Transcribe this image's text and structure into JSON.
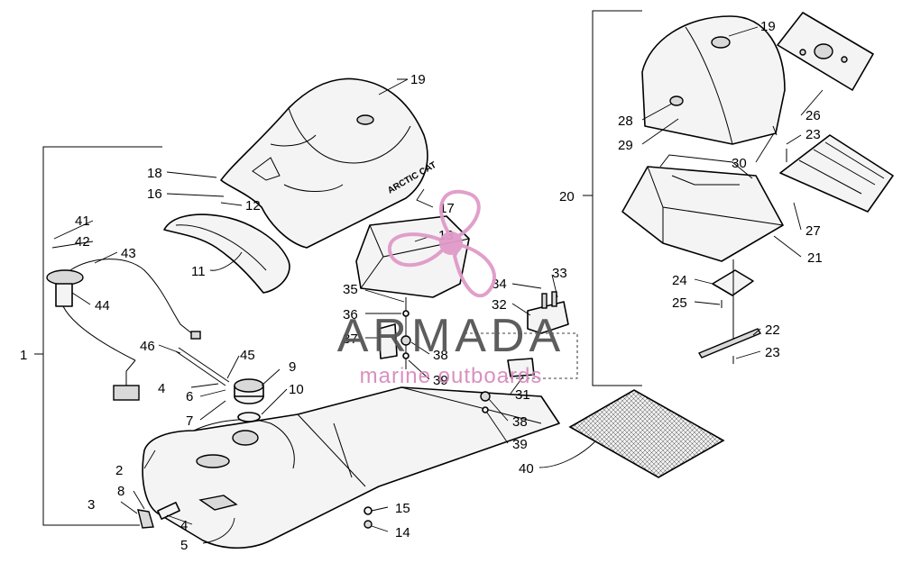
{
  "watermark": {
    "brand": "ARMADA",
    "tagline": "marine outboards",
    "brand_color": "#595959",
    "accent_color": "#e09ac8"
  },
  "labels": {
    "l1": "1",
    "l2": "2",
    "l3": "3",
    "l4a": "4",
    "l4b": "4",
    "l5": "5",
    "l6": "6",
    "l7": "7",
    "l8": "8",
    "l9": "9",
    "l10": "10",
    "l11": "11",
    "l12": "12",
    "l13": "13",
    "l14": "14",
    "l15": "15",
    "l16": "16",
    "l17": "17",
    "l18": "18",
    "l19a": "19",
    "l19b": "19",
    "l20": "20",
    "l21": "21",
    "l22": "22",
    "l23a": "23",
    "l23b": "23",
    "l24": "24",
    "l25": "25",
    "l26": "26",
    "l27": "27",
    "l28": "28",
    "l29": "29",
    "l30": "30",
    "l31": "31",
    "l32": "32",
    "l33": "33",
    "l34": "34",
    "l35": "35",
    "l36": "36",
    "l37": "37",
    "l38a": "38",
    "l38b": "38",
    "l39a": "39",
    "l39b": "39",
    "l40": "40",
    "l41": "41",
    "l42": "42",
    "l43": "43",
    "l44": "44",
    "l45": "45",
    "l46": "46"
  },
  "decals": {
    "seat_brand": "ARCTIC CAT"
  }
}
